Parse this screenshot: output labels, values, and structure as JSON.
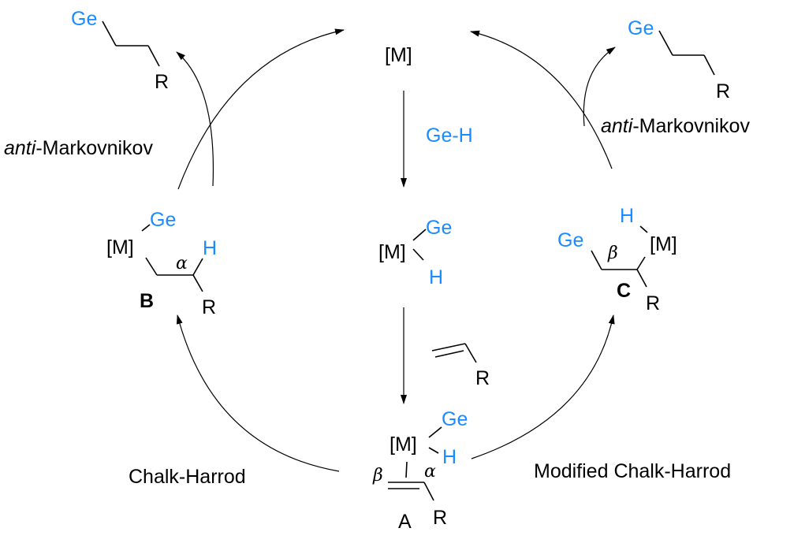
{
  "colors": {
    "heteroatom": "#1a8cff",
    "text": "#000000"
  },
  "top_catalyst": {
    "label": "[M]"
  },
  "step1": {
    "reagent": "Ge-H"
  },
  "intermediate_MGeH": {
    "metal": "[M]",
    "ge": "Ge",
    "h": "H"
  },
  "alkene_reagent": {
    "r": "R"
  },
  "A": {
    "metal": "[M]",
    "ge": "Ge",
    "h": "H",
    "beta": "β",
    "alpha": "α",
    "r": "R",
    "label": "A"
  },
  "B": {
    "metal": "[M]",
    "ge": "Ge",
    "h": "H",
    "alpha": "α",
    "r": "R",
    "label": "B"
  },
  "C": {
    "metal": "[M]",
    "ge": "Ge",
    "h": "H",
    "beta": "β",
    "r": "R",
    "label": "C"
  },
  "product_left": {
    "ge": "Ge",
    "r": "R",
    "selectivity_prefix": "anti",
    "selectivity_suffix": "-Markovnikov"
  },
  "product_right": {
    "ge": "Ge",
    "r": "R",
    "selectivity_prefix": "anti",
    "selectivity_suffix": "-Markovnikov"
  },
  "pathways": {
    "left": "Chalk-Harrod",
    "right": "Modified Chalk-Harrod"
  }
}
